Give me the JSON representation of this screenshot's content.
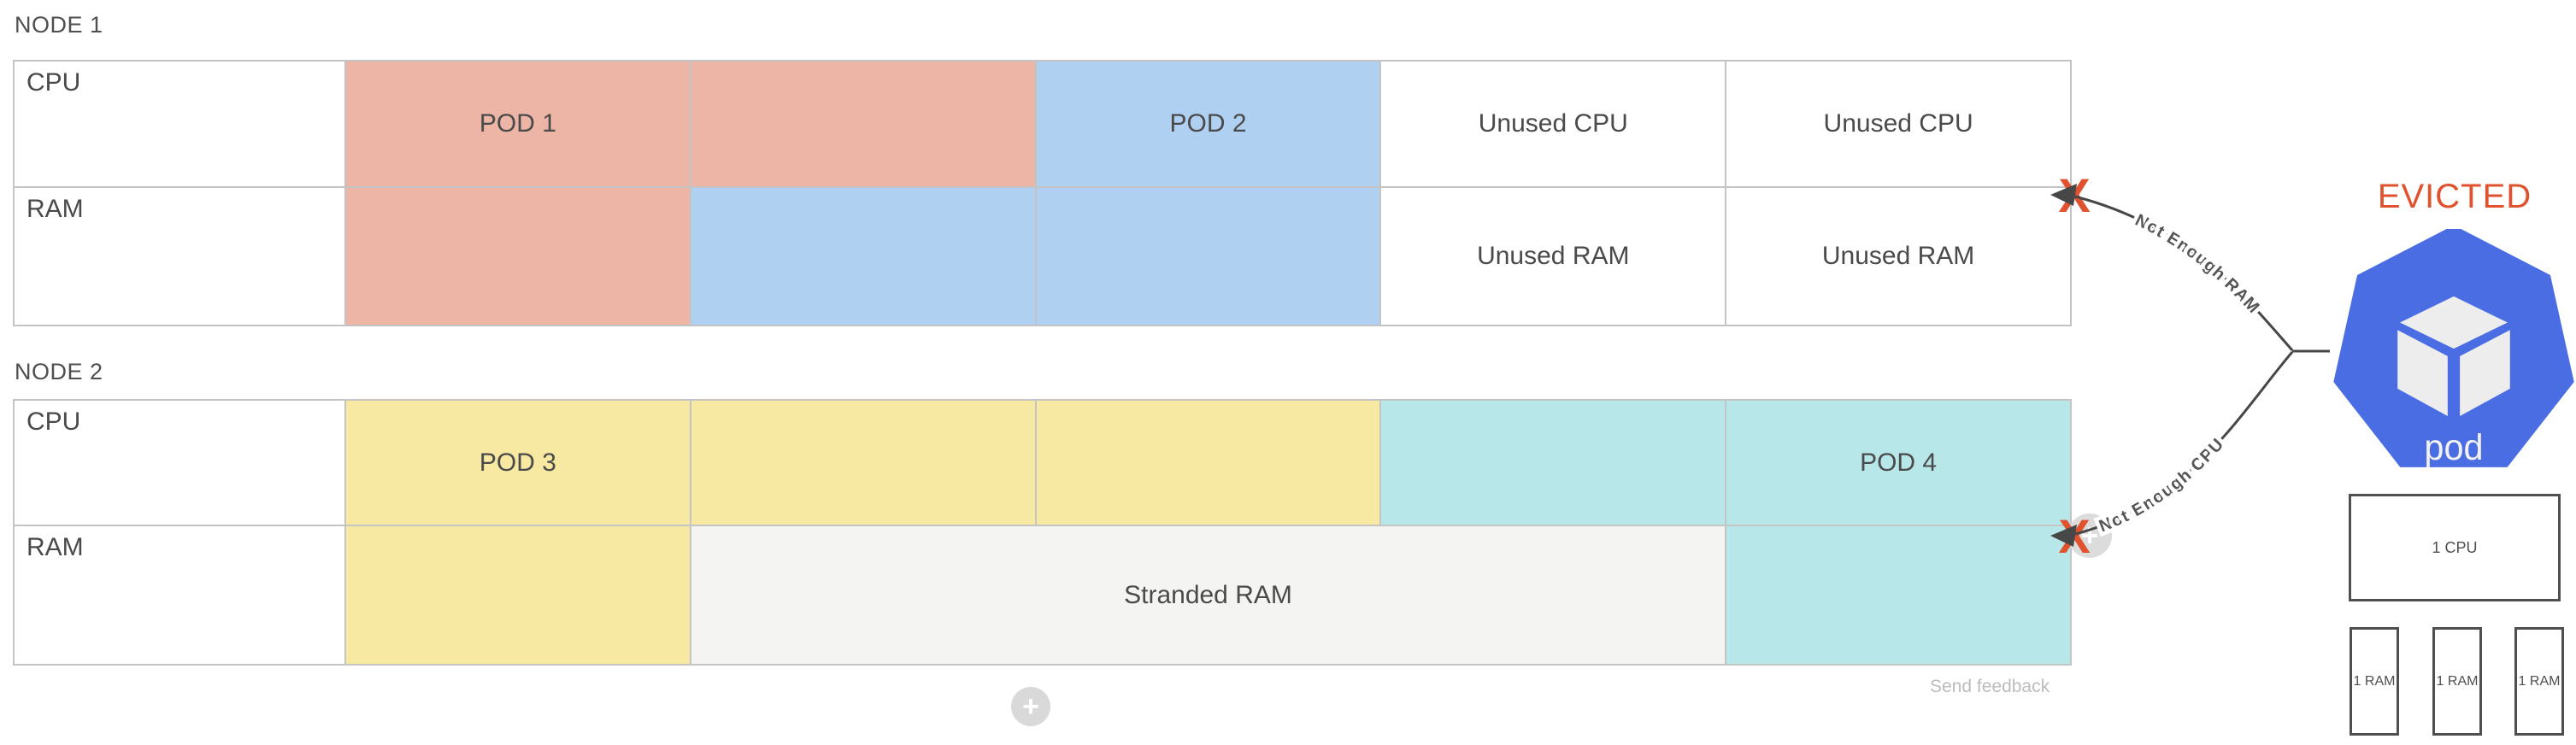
{
  "colors": {
    "pod1_salmon": "#ecb5a6",
    "pod2_blue": "#b0d0f2",
    "pod3_yellow": "#f7e8a2",
    "pod4_teal": "#b8e7ea",
    "stranded_gray": "#f4f4f3",
    "grid_line": "#c4c4c4",
    "accent_orange": "#e0512d",
    "pod_icon_blue": "#4a6de3",
    "text_dark": "#4a4a4a"
  },
  "nodes": [
    {
      "title": "NODE 1",
      "rows": [
        {
          "header": "CPU",
          "cells": [
            {
              "text": "POD 1"
            },
            {
              "text": ""
            },
            {
              "text": "POD 2"
            },
            {
              "text": "Unused CPU"
            },
            {
              "text": "Unused CPU"
            }
          ]
        },
        {
          "header": "RAM",
          "cells": [
            {
              "text": ""
            },
            {
              "text": ""
            },
            {
              "text": ""
            },
            {
              "text": "Unused RAM"
            },
            {
              "text": "Unused RAM"
            }
          ]
        }
      ]
    },
    {
      "title": "NODE 2",
      "rows": [
        {
          "header": "CPU",
          "cells": [
            {
              "text": "POD 3"
            },
            {
              "text": ""
            },
            {
              "text": ""
            },
            {
              "text": ""
            },
            {
              "text": "POD 4"
            }
          ]
        },
        {
          "header": "RAM",
          "cells": [
            {
              "text": ""
            },
            {
              "text": "Stranded RAM"
            },
            {
              "text": ""
            }
          ]
        }
      ]
    }
  ],
  "annotations": {
    "not_enough_ram": "Not Enough RAM",
    "not_enough_cpu": "Not Enough CPU",
    "x_marker": "X"
  },
  "evicted": {
    "title": "EVICTED",
    "pod_label": "pod",
    "cpu_requirement": "1 CPU",
    "ram_requirements": [
      "1 RAM",
      "1 RAM",
      "1 RAM"
    ]
  },
  "footer": {
    "send_feedback": "Send feedback",
    "add_button": "+"
  }
}
